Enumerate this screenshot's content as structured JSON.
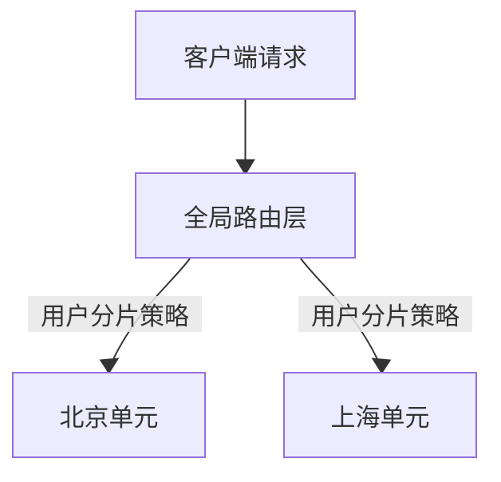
{
  "diagram": {
    "type": "flowchart",
    "direction": "top-down",
    "colors": {
      "background": "#ffffff",
      "node_fill": "#ECECFF",
      "node_border": "#9370DB",
      "edge_stroke": "#333333",
      "edge_label_bg": "#e8e8e8",
      "text": "#333333"
    },
    "nodes": [
      {
        "id": "client",
        "label": "客户端请求"
      },
      {
        "id": "global",
        "label": "全局路由层"
      },
      {
        "id": "beijing",
        "label": "北京单元"
      },
      {
        "id": "shanghai",
        "label": "上海单元"
      }
    ],
    "edges": [
      {
        "from": "client",
        "to": "global",
        "label": ""
      },
      {
        "from": "global",
        "to": "beijing",
        "label": "用户分片策略"
      },
      {
        "from": "global",
        "to": "shanghai",
        "label": "用户分片策略"
      }
    ]
  }
}
